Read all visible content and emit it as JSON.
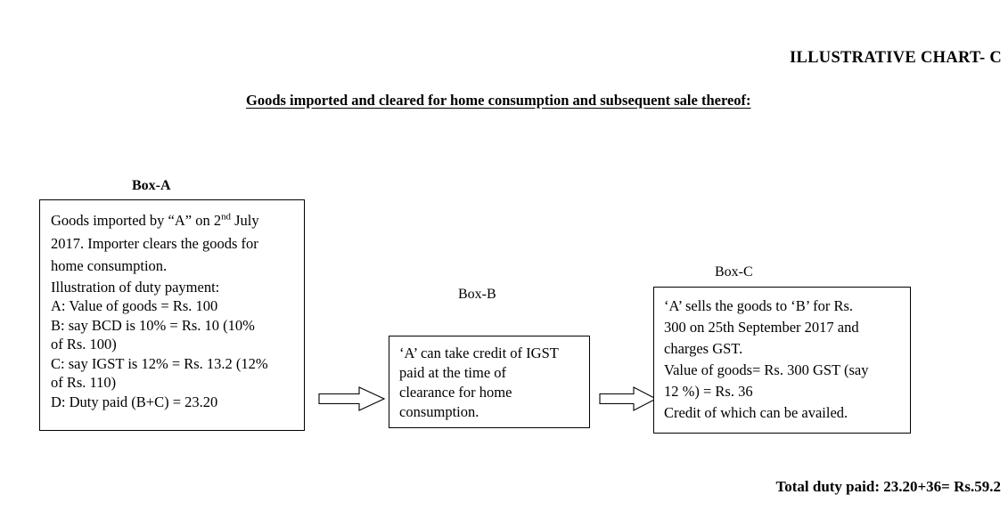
{
  "document": {
    "title": "ILLUSTRATIVE CHART- C",
    "subtitle": "Goods imported and cleared for home consumption and subsequent sale thereof:",
    "total_line": "Total duty paid: 23.20+36= Rs.59.2"
  },
  "boxes": {
    "a": {
      "label": "Box-A",
      "lines": [
        "Goods imported by “A” on 2",
        "2017. Importer clears the goods for",
        "home consumption.",
        "Illustration of duty payment:",
        "A: Value of goods = Rs. 100",
        "B: say BCD is 10% = Rs. 10 (10%",
        "of Rs. 100)",
        "C: say IGST is 12% = Rs. 13.2 (12%",
        "of Rs. 110)",
        "D: Duty paid (B+C) = 23.20"
      ],
      "line1_sup": "nd",
      "line1_tail": " July"
    },
    "b": {
      "label": "Box-B",
      "lines": [
        "‘A’ can take credit of IGST",
        "paid at the time of",
        "clearance for home",
        "consumption."
      ]
    },
    "c": {
      "label": "Box-C",
      "lines": [
        "‘A’ sells the goods to ‘B’ for Rs.",
        "300 on 25th September 2017 and",
        "charges GST.",
        "Value of goods= Rs. 300 GST (say",
        "12 %) = Rs. 36",
        "Credit of which can be availed."
      ]
    }
  },
  "arrows": {
    "first": "right-arrow-a-to-b",
    "second": "right-arrow-b-to-c"
  },
  "colors": {
    "ink": "#000000",
    "paper": "#ffffff"
  }
}
